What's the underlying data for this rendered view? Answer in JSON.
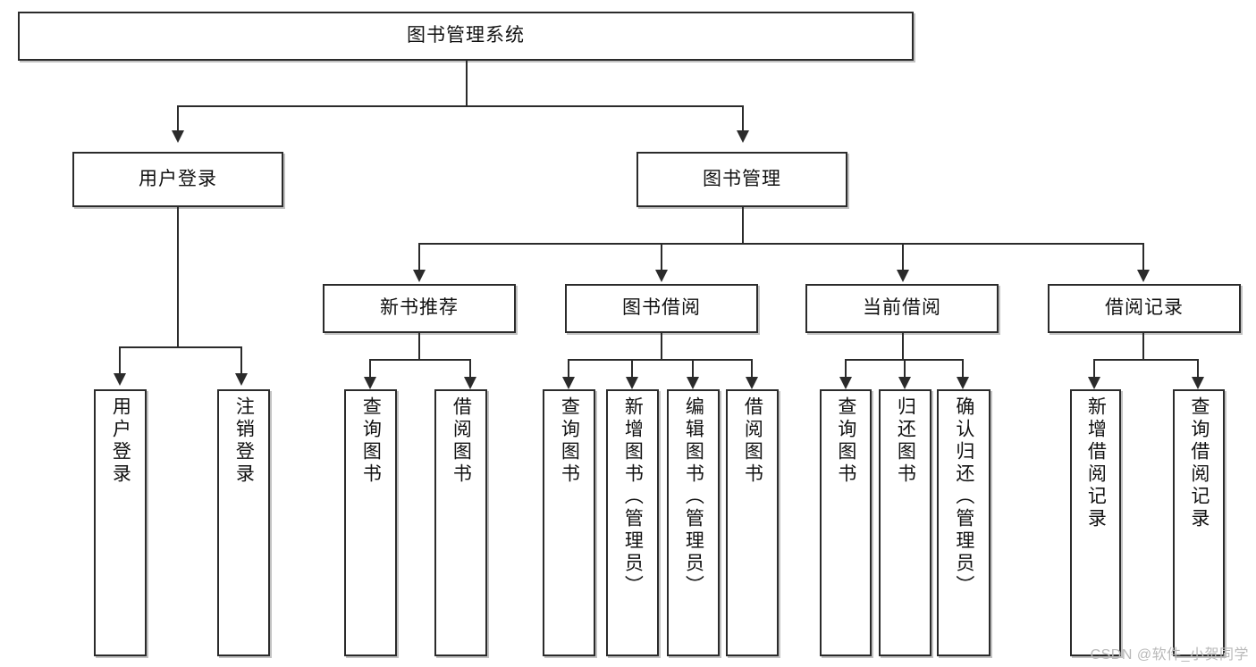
{
  "diagram": {
    "title": "图书管理系统",
    "type": "tree",
    "watermark": "CSDN @软件_小贺同学",
    "colors": {
      "border": "#2b2b2b",
      "fill": "#ffffff",
      "text": "#111111",
      "watermark": "#b9b9b9"
    },
    "levels": {
      "root": "图书管理系统",
      "level2": [
        "用户登录",
        "图书管理"
      ],
      "level3": [
        "新书推荐",
        "图书借阅",
        "当前借阅",
        "借阅记录"
      ]
    },
    "nodes": {
      "root": "图书管理系统",
      "user_login": "用户登录",
      "book_manage": "图书管理",
      "new_book_rec": "新书推荐",
      "book_borrow": "图书借阅",
      "current_borrow": "当前借阅",
      "borrow_record": "借阅记录",
      "leaf_user_login": "用户登录",
      "leaf_logout": "注销登录",
      "leaf_query_book_1": "查询图书",
      "leaf_borrow_book_1": "借阅图书",
      "leaf_query_book_2": "查询图书",
      "leaf_add_book_admin": "新增图书（管理员）",
      "leaf_edit_book_admin": "编辑图书（管理员）",
      "leaf_borrow_book_2": "借阅图书",
      "leaf_query_book_3": "查询图书",
      "leaf_return_book": "归还图书",
      "leaf_confirm_return_admin": "确认归还（管理员）",
      "leaf_add_record": "新增借阅记录",
      "leaf_query_record": "查询借阅记录"
    },
    "edges": [
      {
        "from": "图书管理系统",
        "to": "用户登录"
      },
      {
        "from": "图书管理系统",
        "to": "图书管理"
      },
      {
        "from": "用户登录",
        "to": "用户登录"
      },
      {
        "from": "用户登录",
        "to": "注销登录"
      },
      {
        "from": "图书管理",
        "to": "新书推荐"
      },
      {
        "from": "图书管理",
        "to": "图书借阅"
      },
      {
        "from": "图书管理",
        "to": "当前借阅"
      },
      {
        "from": "图书管理",
        "to": "借阅记录"
      },
      {
        "from": "新书推荐",
        "to": "查询图书"
      },
      {
        "from": "新书推荐",
        "to": "借阅图书"
      },
      {
        "from": "图书借阅",
        "to": "查询图书"
      },
      {
        "from": "图书借阅",
        "to": "新增图书（管理员）"
      },
      {
        "from": "图书借阅",
        "to": "编辑图书（管理员）"
      },
      {
        "from": "图书借阅",
        "to": "借阅图书"
      },
      {
        "from": "当前借阅",
        "to": "查询图书"
      },
      {
        "from": "当前借阅",
        "to": "归还图书"
      },
      {
        "from": "当前借阅",
        "to": "确认归还（管理员）"
      },
      {
        "from": "借阅记录",
        "to": "新增借阅记录"
      },
      {
        "from": "借阅记录",
        "to": "查询借阅记录"
      }
    ]
  }
}
